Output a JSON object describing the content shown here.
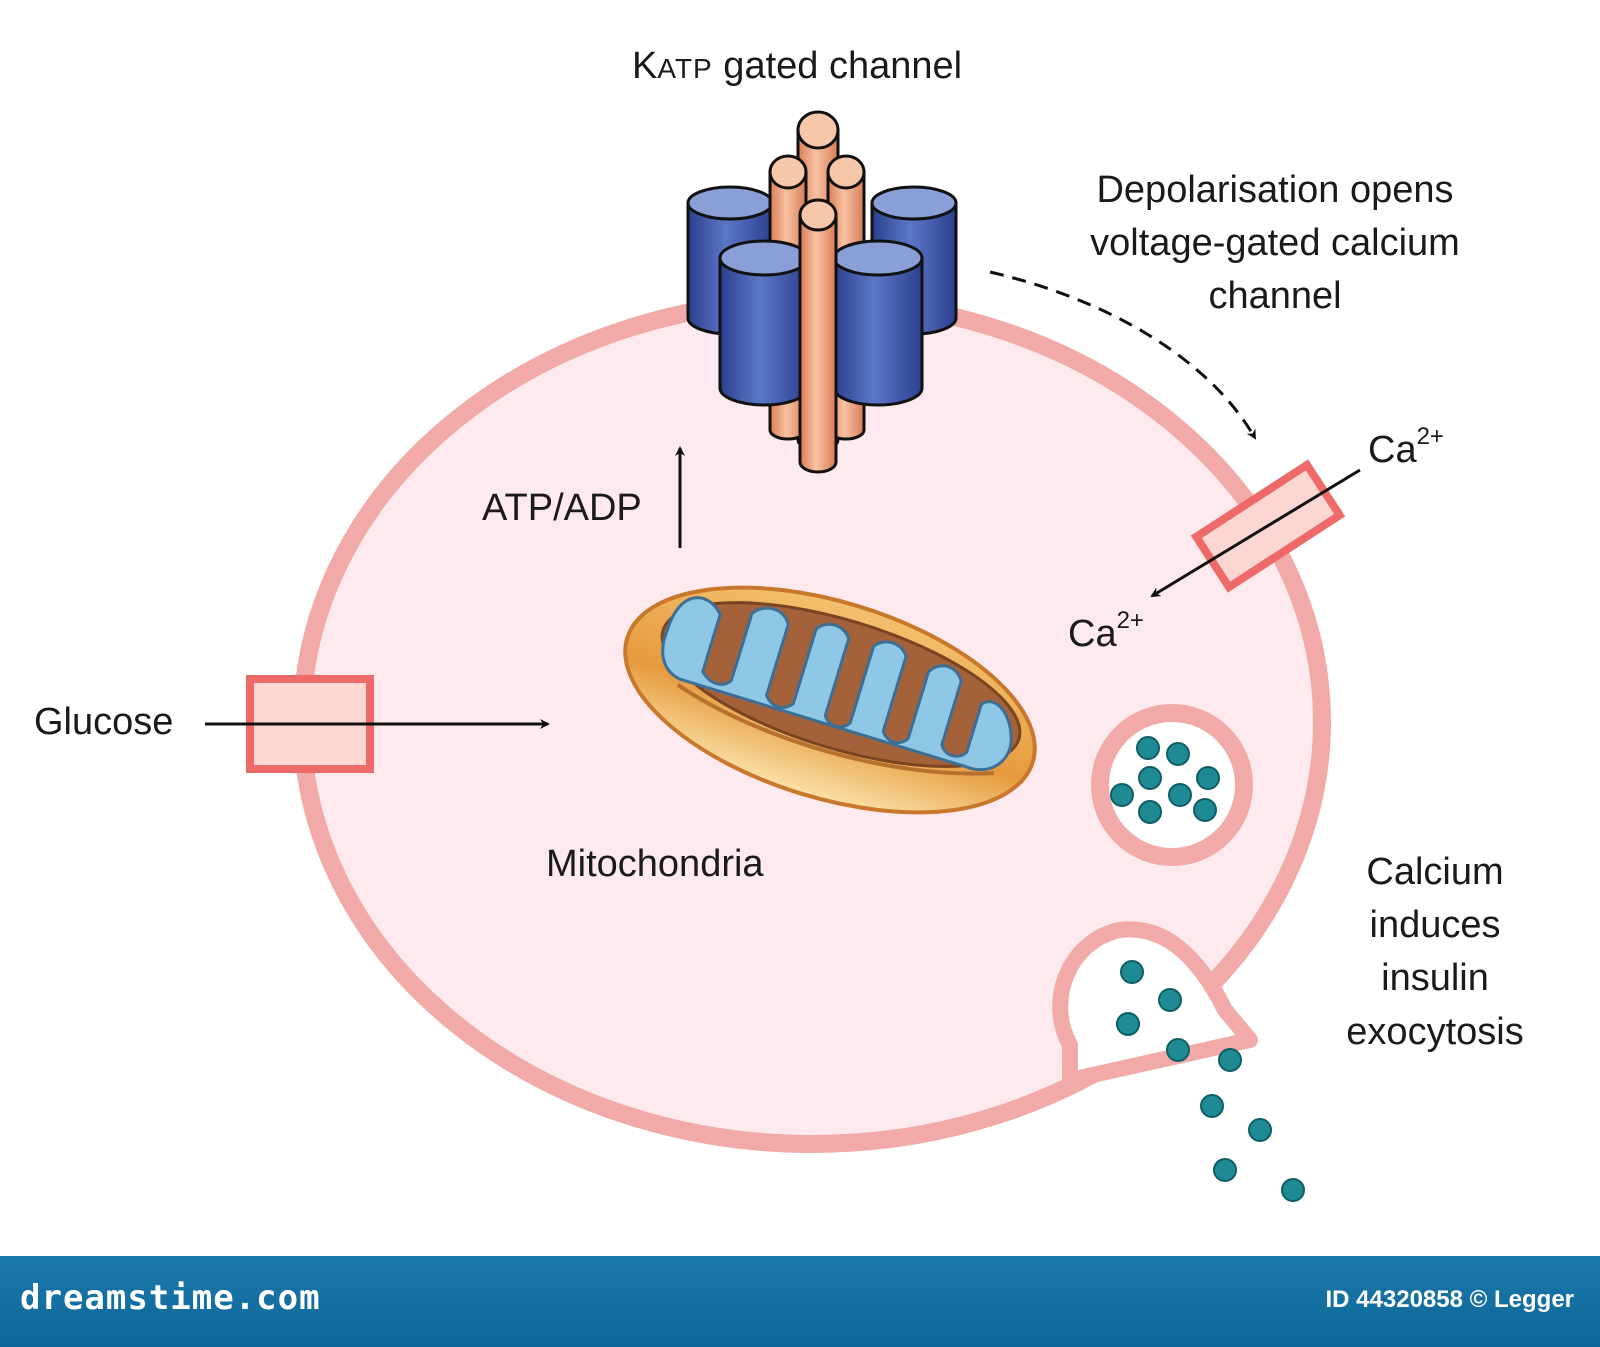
{
  "labels": {
    "katp_prefix": "K",
    "katp_subscript": "ATP",
    "katp_suffix": " gated channel",
    "depolarisation": [
      "Depolarisation opens",
      "voltage-gated calcium",
      "channel"
    ],
    "atp_adp": "ATP/ADP",
    "glucose": "Glucose",
    "mitochondria": "Mitochondria",
    "ca_base": "Ca",
    "ca_charge": "2+",
    "exocytosis": [
      "Calcium",
      "induces",
      "insulin",
      "exocytosis"
    ]
  },
  "footer": {
    "brand": "dreamstime.com",
    "credit": "ID 44320858 © Legger"
  },
  "colors": {
    "cell_fill": "#fdeaee",
    "membrane": "#f2aaa8",
    "transporter_stroke": "#ee6a68",
    "transporter_fill": "#fbd6d2",
    "insulin_granule": "#1e8a94",
    "channel_blue": "#4a63b0",
    "channel_salmon": "#f0a882",
    "mito_outer": "#e8a24a",
    "footer_bg": "#1473a5"
  }
}
